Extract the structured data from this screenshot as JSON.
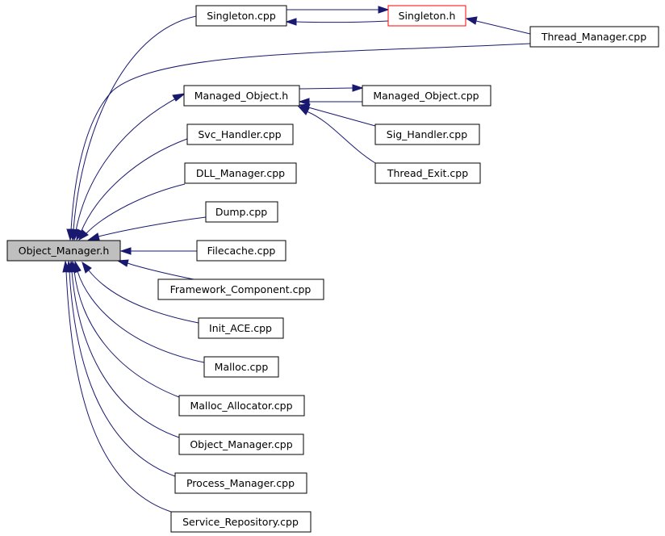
{
  "colors": {
    "edge": "#191970",
    "root_fill": "#bfbfbf",
    "node_border": "#000000",
    "highlight_border": "#ff0000"
  },
  "nodes": {
    "object_manager_h": "Object_Manager.h",
    "singleton_cpp": "Singleton.cpp",
    "singleton_h": "Singleton.h",
    "thread_manager_cpp": "Thread_Manager.cpp",
    "managed_object_h": "Managed_Object.h",
    "managed_object_cpp": "Managed_Object.cpp",
    "sig_handler_cpp": "Sig_Handler.cpp",
    "thread_exit_cpp": "Thread_Exit.cpp",
    "svc_handler_cpp": "Svc_Handler.cpp",
    "dll_manager_cpp": "DLL_Manager.cpp",
    "dump_cpp": "Dump.cpp",
    "filecache_cpp": "Filecache.cpp",
    "framework_component_cpp": "Framework_Component.cpp",
    "init_ace_cpp": "Init_ACE.cpp",
    "malloc_cpp": "Malloc.cpp",
    "malloc_allocator_cpp": "Malloc_Allocator.cpp",
    "object_manager_cpp": "Object_Manager.cpp",
    "process_manager_cpp": "Process_Manager.cpp",
    "service_repository_cpp": "Service_Repository.cpp"
  }
}
